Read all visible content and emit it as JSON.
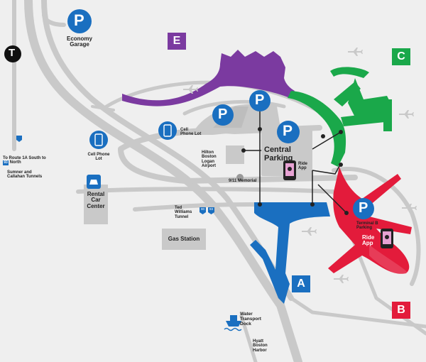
{
  "colors": {
    "terminal_a": "#1a6fc0",
    "terminal_b": "#e31b3b",
    "terminal_c": "#1aa84a",
    "terminal_e": "#7b3aa0",
    "parking_blue": "#1a6fc0",
    "road": "#c8c8c8",
    "building": "#c9c9c9",
    "ride_app_pink": "#e7a2d3"
  },
  "terminals": {
    "a": {
      "letter": "A"
    },
    "b": {
      "letter": "B"
    },
    "c": {
      "letter": "C"
    },
    "e": {
      "letter": "E"
    }
  },
  "labels": {
    "economy_garage": "Economy Garage",
    "cell_phone_lot_1": "Cell Phone Lot",
    "cell_phone_lot_2": "Cell Phone Lot",
    "central_parking": "Central Parking",
    "ride_app_central": "Ride App",
    "ride_app_b": "Ride App",
    "terminal_b_parking": "Terminal B Parking",
    "hilton": "Hilton Boston Logan Airport",
    "memorial": "9/11 Memorial",
    "ted_williams": "Ted Williams Tunnel",
    "route_1a": "To Route 1A South to",
    "route_1a_north": "North",
    "sumner": "Sumner and Callahan Tunnels",
    "rental_car": "Rental Car Center",
    "gas_station": "Gas Station",
    "water_transport": "Water Transport Dock",
    "hyatt": "Hyatt Boston Harbor"
  },
  "icons": {
    "parking": "P",
    "transit": "T",
    "highway_93": "93",
    "highway_90": "90"
  }
}
